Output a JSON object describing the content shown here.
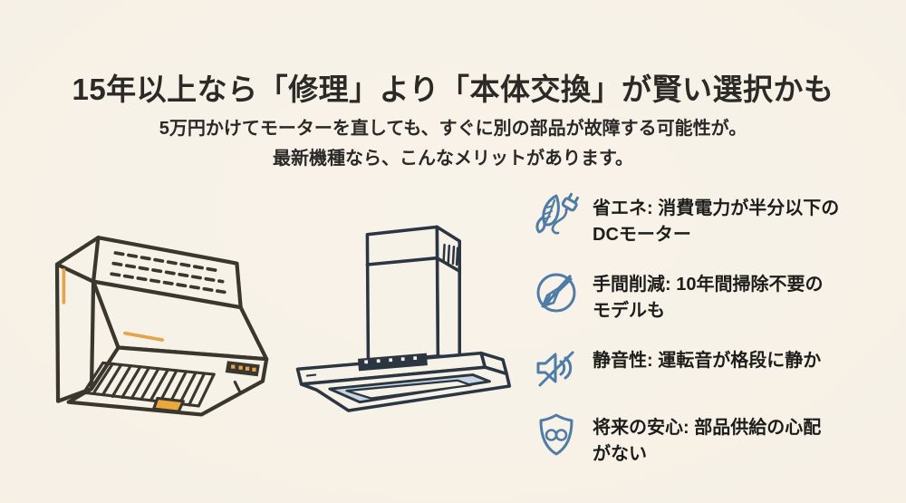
{
  "slide": {
    "title": "15年以上なら「修理」より「本体交換」が賢い選択かも",
    "subtitle_lines": [
      "5万円かけてモーターを直しても、すぐに別の部品が故障する可能性が。",
      "最新機種なら、こんなメリットがあります。"
    ]
  },
  "benefits": [
    {
      "icon": "eco-plug-icon",
      "text": "省エネ: 消費電力が半分以下のDCモーター",
      "lines": [
        "省エネ: 消費電力が半分以下の",
        "DCモーター"
      ]
    },
    {
      "icon": "no-cleaning-icon",
      "text": "手間削減: 10年間掃除不要のモデルも",
      "lines": [
        "手間削減: 10年間掃除不要の",
        "モデルも"
      ]
    },
    {
      "icon": "mute-speaker-icon",
      "text": "静音性: 運転音が格段に静か",
      "lines": [
        "静音性: 運転音が格段に静か"
      ]
    },
    {
      "icon": "shield-infinity-icon",
      "text": "将来の安心: 部品供給の心配がない",
      "lines": [
        "将来の安心: 部品供給の心配",
        "がない"
      ]
    }
  ],
  "colors": {
    "background": "#f6f1e6",
    "title_text": "#2b2a27",
    "body_text": "#1d1d1b",
    "icon_blue": "#4f7ca6",
    "old_hood_outline": "#3a372f",
    "old_hood_accent": "#e3a44c",
    "old_hood_lamp": "#e9a93f",
    "new_hood_outline": "#2b3642",
    "new_hood_panel_blue": "#c3d6e2"
  }
}
